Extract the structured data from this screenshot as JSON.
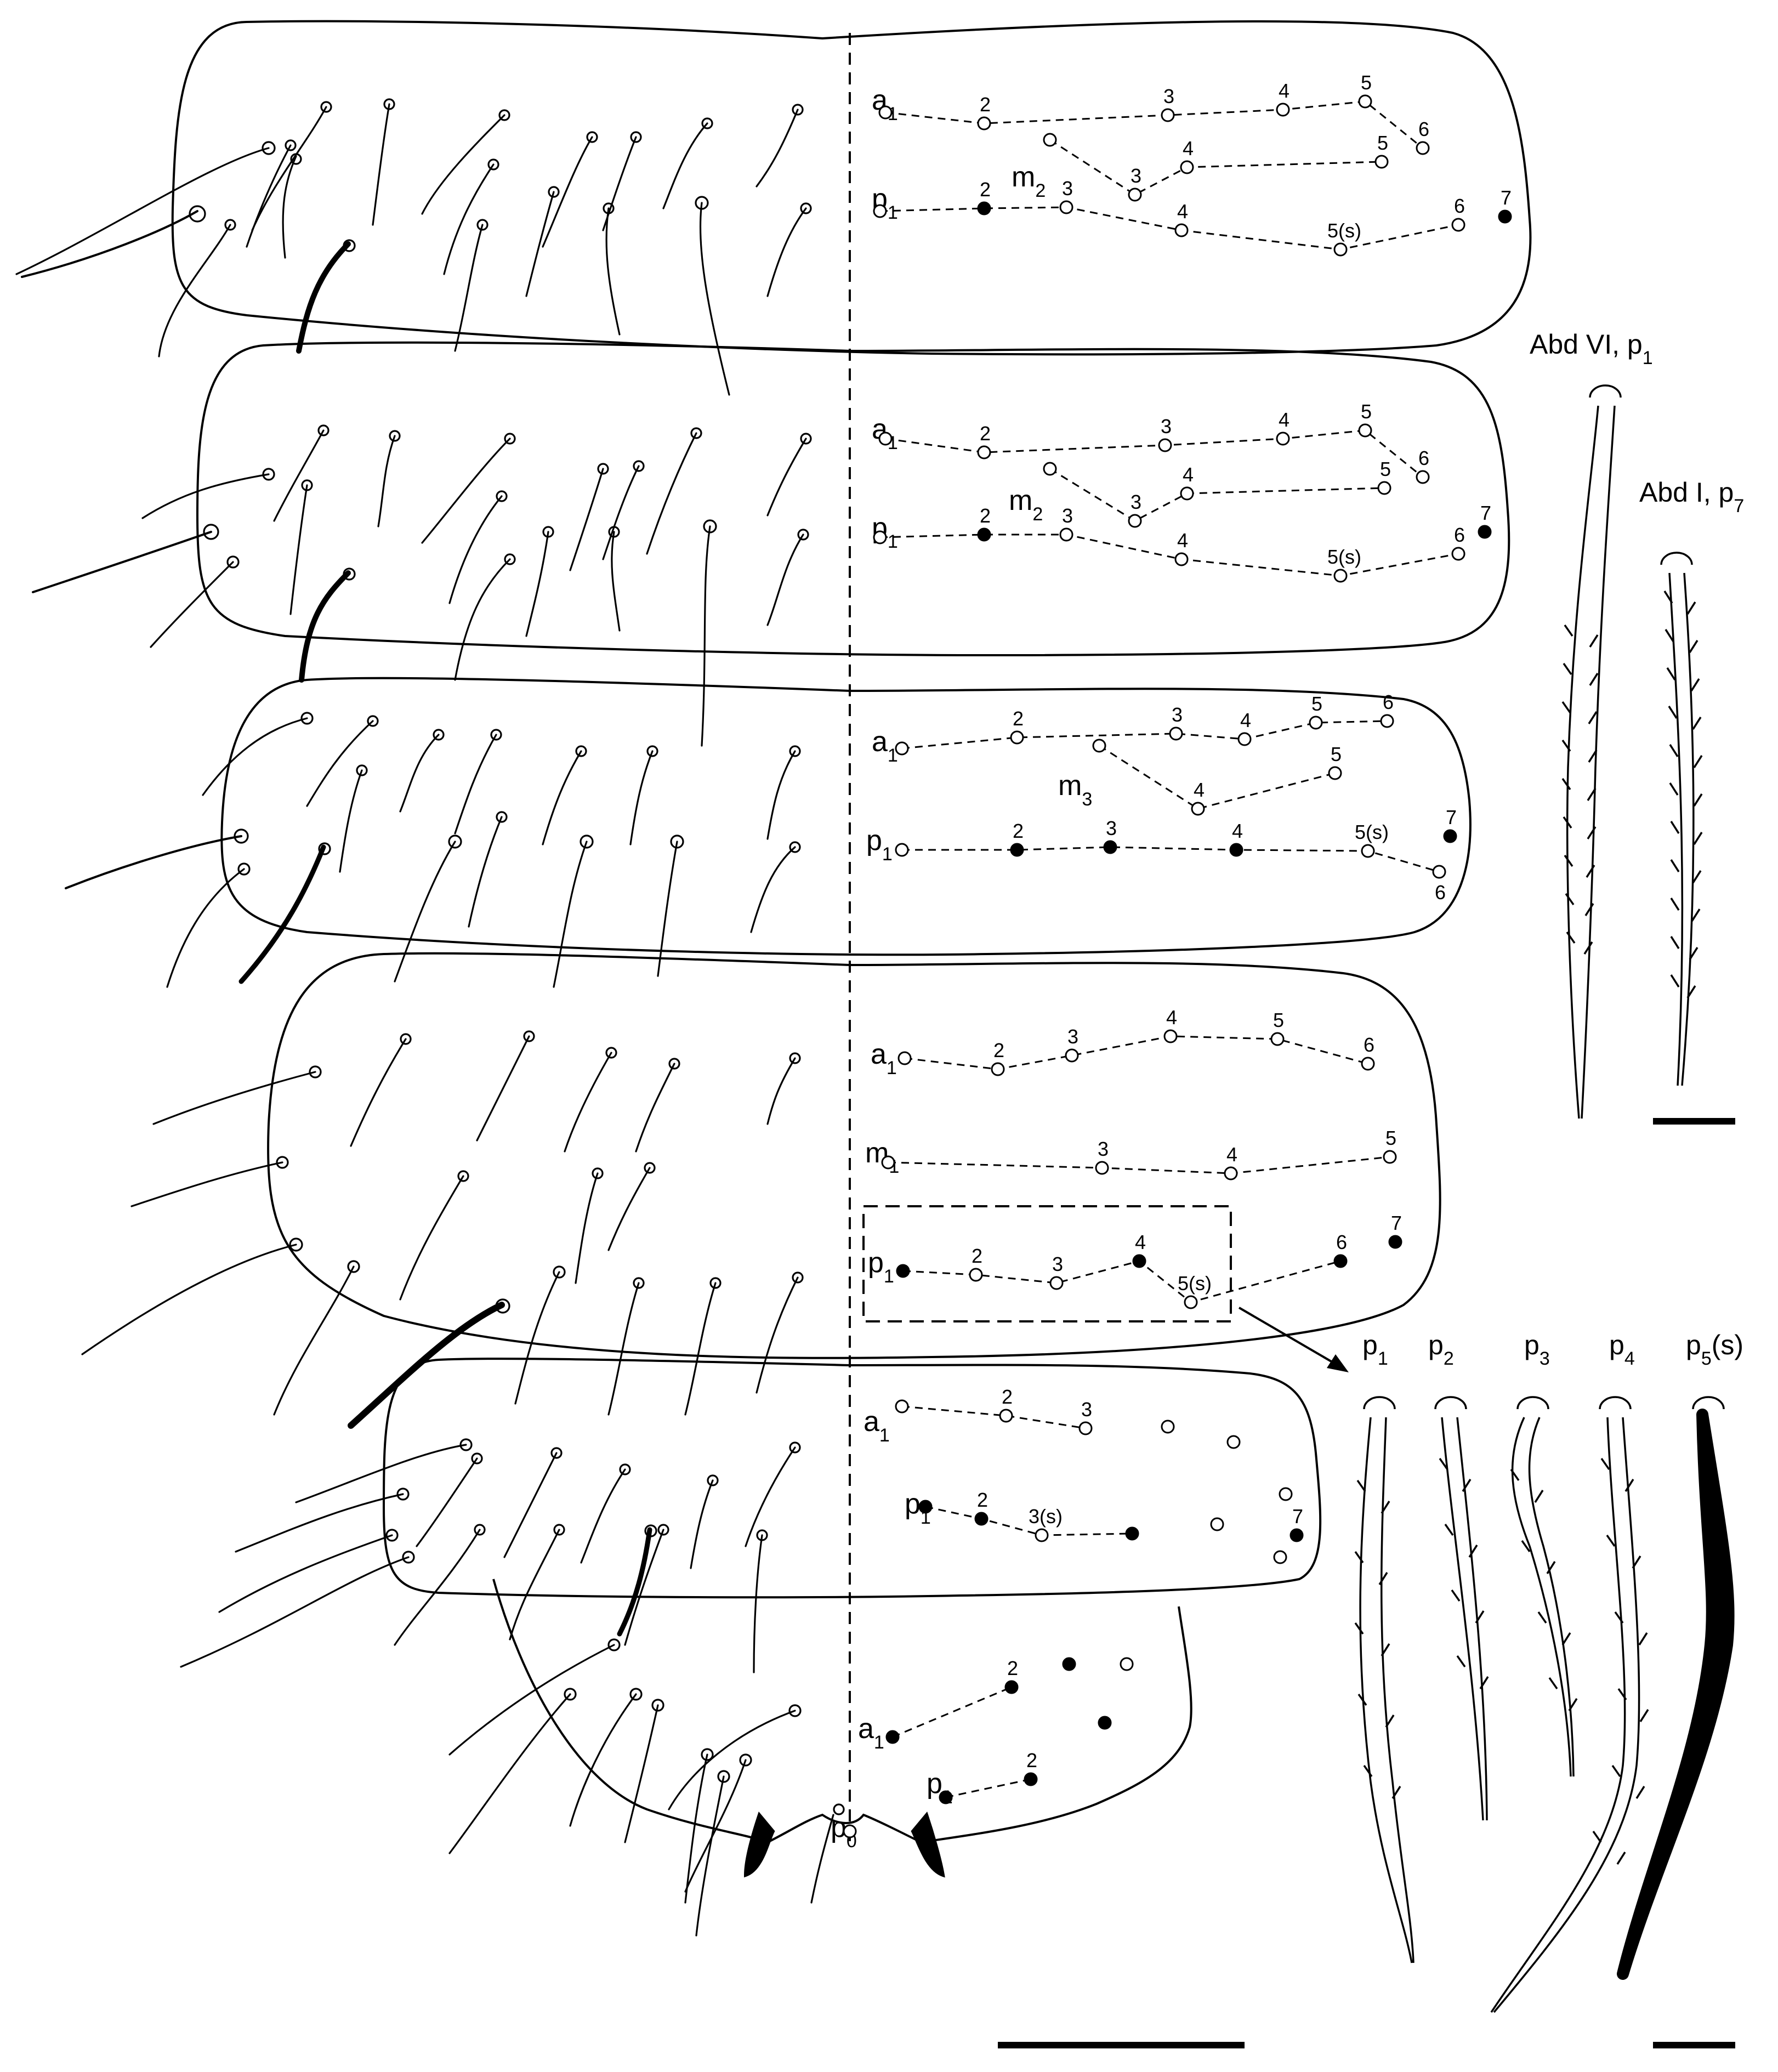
{
  "segments": [
    {
      "rows": [
        {
          "label": "a",
          "sub": "1",
          "points": [
            {
              "n": "",
              "f": 0
            },
            {
              "n": "2",
              "f": 0
            },
            {
              "n": "3",
              "f": 0
            },
            {
              "n": "4",
              "f": 0
            },
            {
              "n": "5",
              "f": 0
            },
            {
              "n": "6",
              "f": 0
            }
          ]
        },
        {
          "label": "m",
          "sub": "2",
          "points": [
            {
              "n": "",
              "f": 0
            },
            {
              "n": "3",
              "f": 0
            },
            {
              "n": "4",
              "f": 0
            },
            {
              "n": "5",
              "f": 0
            }
          ]
        },
        {
          "label": "p",
          "sub": "1",
          "points": [
            {
              "n": "",
              "f": 0
            },
            {
              "n": "2",
              "f": 1
            },
            {
              "n": "3",
              "f": 0
            },
            {
              "n": "4",
              "f": 0
            },
            {
              "n": "5(s)",
              "f": 0
            },
            {
              "n": "6",
              "f": 0
            },
            {
              "n": "7",
              "f": 1
            }
          ]
        }
      ]
    },
    {
      "rows": [
        {
          "label": "a",
          "sub": "1",
          "points": [
            {
              "n": "",
              "f": 0
            },
            {
              "n": "2",
              "f": 0
            },
            {
              "n": "3",
              "f": 0
            },
            {
              "n": "4",
              "f": 0
            },
            {
              "n": "5",
              "f": 0
            },
            {
              "n": "6",
              "f": 0
            }
          ]
        },
        {
          "label": "m",
          "sub": "2",
          "points": [
            {
              "n": "",
              "f": 0
            },
            {
              "n": "3",
              "f": 0
            },
            {
              "n": "4",
              "f": 0
            },
            {
              "n": "5",
              "f": 0
            }
          ]
        },
        {
          "label": "p",
          "sub": "1",
          "points": [
            {
              "n": "",
              "f": 0
            },
            {
              "n": "2",
              "f": 1
            },
            {
              "n": "3",
              "f": 0
            },
            {
              "n": "4",
              "f": 0
            },
            {
              "n": "5(s)",
              "f": 0
            },
            {
              "n": "6",
              "f": 0
            },
            {
              "n": "7",
              "f": 1
            }
          ]
        }
      ]
    },
    {
      "rows": [
        {
          "label": "a",
          "sub": "1",
          "points": [
            {
              "n": "",
              "f": 0
            },
            {
              "n": "2",
              "f": 0
            },
            {
              "n": "3",
              "f": 0
            },
            {
              "n": "4",
              "f": 0
            },
            {
              "n": "5",
              "f": 0
            },
            {
              "n": "6",
              "f": 0
            }
          ]
        },
        {
          "label": "m",
          "sub": "3",
          "points": [
            {
              "n": "",
              "f": 0
            },
            {
              "n": "4",
              "f": 0
            },
            {
              "n": "5",
              "f": 0
            }
          ]
        },
        {
          "label": "p",
          "sub": "1",
          "points": [
            {
              "n": "",
              "f": 0
            },
            {
              "n": "2",
              "f": 1
            },
            {
              "n": "3",
              "f": 1
            },
            {
              "n": "4",
              "f": 1
            },
            {
              "n": "5(s)",
              "f": 0
            },
            {
              "n": "6",
              "f": 0
            },
            {
              "n": "7",
              "f": 1
            }
          ]
        }
      ]
    },
    {
      "rows": [
        {
          "label": "a",
          "sub": "1",
          "points": [
            {
              "n": "",
              "f": 0
            },
            {
              "n": "2",
              "f": 0
            },
            {
              "n": "3",
              "f": 0
            },
            {
              "n": "4",
              "f": 0
            },
            {
              "n": "5",
              "f": 0
            },
            {
              "n": "6",
              "f": 0
            }
          ]
        },
        {
          "label": "m",
          "sub": "1",
          "points": [
            {
              "n": "",
              "f": 0
            },
            {
              "n": "3",
              "f": 0
            },
            {
              "n": "4",
              "f": 0
            },
            {
              "n": "5",
              "f": 0
            }
          ]
        },
        {
          "label": "p",
          "sub": "1",
          "points": [
            {
              "n": "",
              "f": 1
            },
            {
              "n": "2",
              "f": 0
            },
            {
              "n": "3",
              "f": 0
            },
            {
              "n": "4",
              "f": 1
            },
            {
              "n": "5(s)",
              "f": 0
            },
            {
              "n": "6",
              "f": 1
            },
            {
              "n": "7",
              "f": 1
            }
          ]
        }
      ]
    },
    {
      "rows": [
        {
          "label": "a",
          "sub": "1",
          "points": [
            {
              "n": "",
              "f": 0
            },
            {
              "n": "2",
              "f": 0
            },
            {
              "n": "3",
              "f": 0
            },
            {
              "n": "",
              "f": 0
            },
            {
              "n": "",
              "f": 0
            }
          ]
        },
        {
          "label": "p",
          "sub": "1",
          "points": [
            {
              "n": "",
              "f": 1
            },
            {
              "n": "2",
              "f": 1
            },
            {
              "n": "3(s)",
              "f": 0
            },
            {
              "n": "",
              "f": 1
            },
            {
              "n": "",
              "f": 0
            },
            {
              "n": "",
              "f": 0
            },
            {
              "n": "7",
              "f": 1
            },
            {
              "n": "",
              "f": 0
            }
          ]
        }
      ]
    },
    {
      "rows": [
        {
          "label": "a",
          "sub": "1",
          "points": [
            {
              "n": "",
              "f": 1
            },
            {
              "n": "2",
              "f": 1
            },
            {
              "n": "",
              "f": 1
            },
            {
              "n": "",
              "f": 0
            },
            {
              "n": "",
              "f": 1
            }
          ]
        },
        {
          "label": "p",
          "sub": "1",
          "points": [
            {
              "n": "",
              "f": 1
            },
            {
              "n": "2",
              "f": 1
            }
          ]
        },
        {
          "label": "p",
          "sub": "0",
          "points": [
            {
              "n": "",
              "f": 0
            }
          ]
        }
      ]
    }
  ],
  "insets": {
    "right_top": [
      {
        "base": "Abd VI, p",
        "sub": "1"
      },
      {
        "base": "Abd I, p",
        "sub": "7"
      }
    ],
    "right_bottom": [
      {
        "base": "p",
        "sub": "1",
        "suffix": ""
      },
      {
        "base": "p",
        "sub": "2",
        "suffix": ""
      },
      {
        "base": "p",
        "sub": "3",
        "suffix": ""
      },
      {
        "base": "p",
        "sub": "4",
        "suffix": ""
      },
      {
        "base": "p",
        "sub": "5",
        "suffix": "(s)"
      }
    ]
  },
  "colors": {
    "ink": "#000000",
    "background": "#ffffff"
  }
}
